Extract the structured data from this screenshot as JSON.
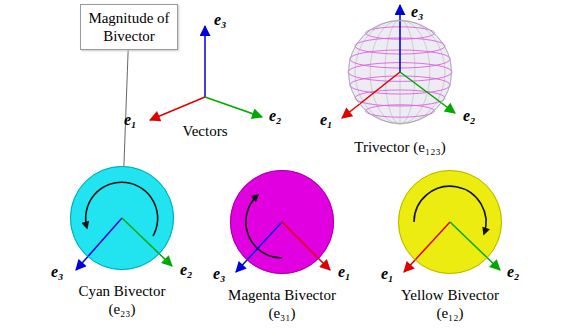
{
  "diagram": {
    "nodes": [
      {
        "text": [
          "Magnitude of Bivector"
        ]
      },
      {
        "text": [
          "Trivector (e₁₂₃)"
        ]
      },
      {
        "text": [
          "Cyan Bivector (e₂₃)"
        ]
      },
      {
        "text": [
          "Magenta Bivector (e₃₁)"
        ]
      },
      {
        "text": [
          "Yellow Bivector (e₁₂)"
        ]
      }
    ],
    "edges": [
      {
        "from": 0,
        "to": 2,
        "arrow": "none"
      }
    ],
    "labels": [
      "e₃",
      "e₃",
      "e₁",
      "e₂",
      "Vectors",
      "e₁",
      "e₂",
      "e₃",
      "e₂",
      "e₃",
      "e₁",
      "e₁",
      "e₂"
    ]
  }
}
